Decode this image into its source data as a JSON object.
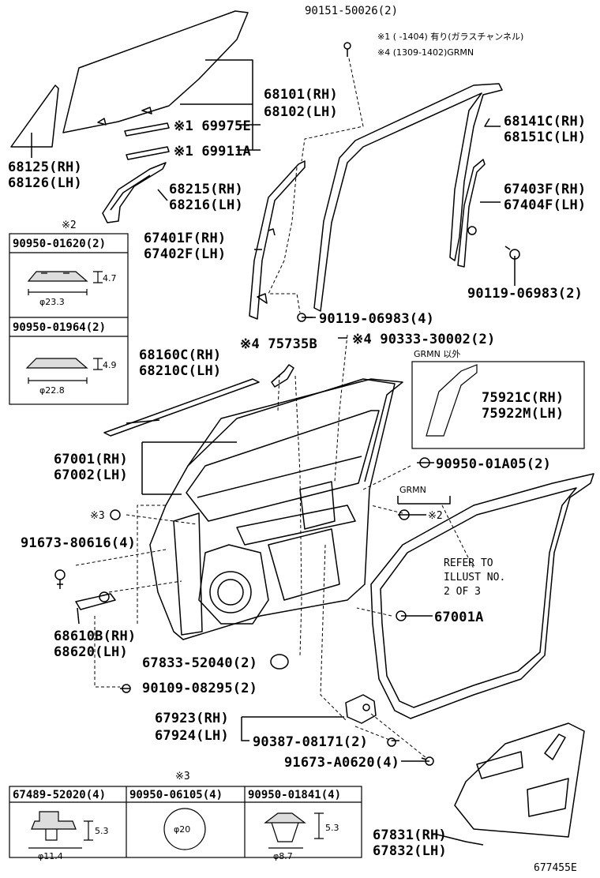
{
  "top_note": {
    "part": "90151-50026(2)",
    "note1": "※1 (      -1404) 有り(ガラスチャンネル)",
    "note4": "※4 (1309-1402)GRMN"
  },
  "labels": {
    "glass_rh": "68101(RH)",
    "glass_lh": "68102(LH)",
    "p69975": "※1 69975E",
    "p69911": "※1 69911A",
    "qglass_rh": "68125(RH)",
    "qglass_lh": "68126(LH)",
    "div_rh": "68215(RH)",
    "div_lh": "68216(LH)",
    "run_rh": "68141C(RH)",
    "run_lh": "68151C(LH)",
    "w67403": "67403F(RH)",
    "w67404": "67404F(LH)",
    "w67401": "67401F(RH)",
    "w67402": "67402F(LH)",
    "bolt06983_2": "90119-06983(2)",
    "bolt06983_4": "90119-06983(4)",
    "clip30002": "※4 90333-30002(2)",
    "belt_rh": "68160C(RH)",
    "belt_lh": "68210C(LH)",
    "p75735": "※4 75735B",
    "grmn_ex": "GRMN 以外",
    "pad_rh": "75921C(RH)",
    "pad_lh": "75922M(LH)",
    "door_rh": "67001(RH)",
    "door_lh": "67002(LH)",
    "plug01a05": "90950-01A05(2)",
    "grmn": "GRMN",
    "note3": "※3",
    "note2": "※2",
    "screw80616": "91673-80616(4)",
    "refer": "REFER TO",
    "refer2": "ILLUST NO.",
    "refer3": "2 OF 3",
    "p67001a": "67001A",
    "check_rh": "68610B(RH)",
    "check_lh": "68620(LH)",
    "hole52040": "67833-52040(2)",
    "bolt08295": "90109-08295(2)",
    "cover_rh": "67923(RH)",
    "cover_lh": "67924(LH)",
    "clip08171": "90387-08171(2)",
    "screwa0620": "91673-A0620(4)",
    "trim_rh": "67831(RH)",
    "trim_lh": "67832(LH)",
    "code": "677455E"
  },
  "box_left": {
    "note": "※2",
    "p1": "90950-01620(2)",
    "p1_h": "4.7",
    "p1_d": "φ23.3",
    "p2": "90950-01964(2)",
    "p2_h": "4.9",
    "p2_d": "φ22.8"
  },
  "box_bottom": {
    "note": "※3",
    "c1": "67489-52020(4)",
    "c1_h": "5.3",
    "c1_d": "φ11.4",
    "c2": "90950-06105(4)",
    "c2_d": "φ20",
    "c3": "90950-01841(4)",
    "c3_h": "5.3",
    "c3_d": "φ8.7"
  }
}
